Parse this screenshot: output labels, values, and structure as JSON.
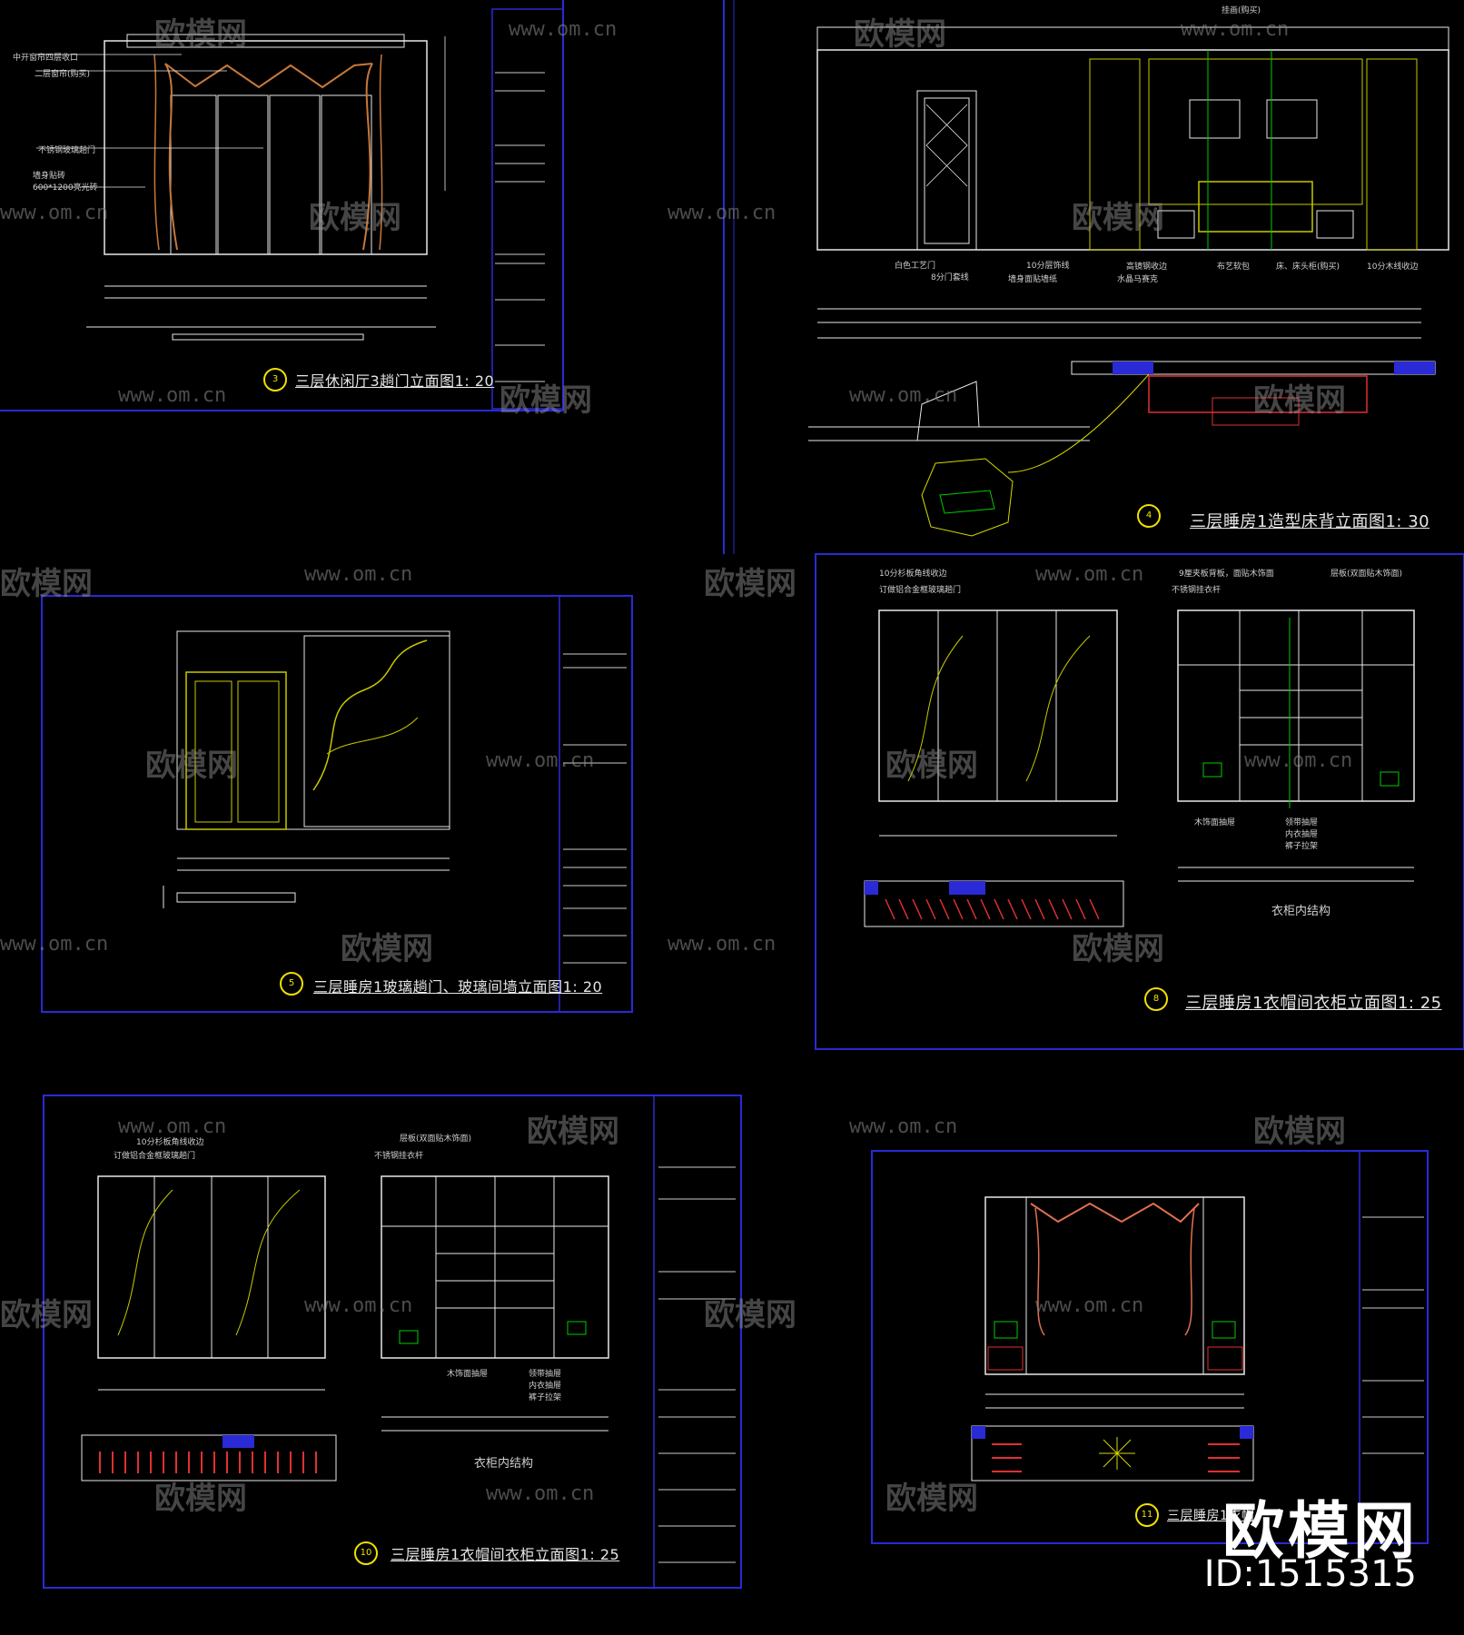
{
  "drawings": [
    {
      "id": "d1",
      "caption": "三层休闲厅3趟门立面图1: 20",
      "badge": "3"
    },
    {
      "id": "d2",
      "caption": "三层睡房1造型床背立面图1: 30",
      "badge": "4"
    },
    {
      "id": "d3",
      "caption": "三层睡房1玻璃趟门、玻璃间墙立面图1: 20",
      "badge": "5"
    },
    {
      "id": "d4",
      "caption": "三层睡房1衣帽间衣柜立面图1: 25",
      "badge": "8"
    },
    {
      "id": "d5",
      "caption": "三层睡房1衣帽间衣柜立面图1: 25",
      "badge": "10"
    },
    {
      "id": "d6",
      "caption": "三层睡房1衣帽",
      "badge": "11"
    }
  ],
  "sublabels": {
    "wardrobe_inner_1": "衣柜内结构",
    "wardrobe_inner_2": "衣柜内结构"
  },
  "callouts": {
    "d1": [
      "中开窗帘四层收口",
      "二层窗帘(购买)",
      "不锈钢玻璃趟门",
      "墙身贴砖 600*1200亮光砖"
    ],
    "d2": [
      "挂画(购买)",
      "白色工艺门",
      "8分门套线",
      "10分层饰线",
      "墙身面贴墙纸",
      "高镜钢收边",
      "水晶马赛克",
      "布艺软包",
      "床、床头柜(购买)",
      "10分木线收边"
    ],
    "d4": [
      "10分杉板角线收边",
      "订做铝合金框玻璃趟门",
      "9厘夹板背板，面贴木饰面",
      "层板(双面贴木饰面)",
      "不锈钢挂衣杆",
      "木饰面抽屉",
      "领带抽屉",
      "内衣抽屉",
      "裤子拉架"
    ],
    "d5": [
      "10分杉板角线收边",
      "订做铝合金框玻璃趟门",
      "层板(双面贴木饰面)",
      "不锈钢挂衣杆",
      "木饰面抽屉",
      "领带抽屉",
      "内衣抽屉",
      "裤子拉架"
    ]
  },
  "watermark": {
    "url": "www.om.cn",
    "brand": "欧模网"
  },
  "corner": {
    "brand": "欧模网",
    "id": "ID:1515315"
  },
  "colors": {
    "sheet_border": "#2a2ad6",
    "line": "#e8e8e8",
    "accent_yellow": "#d8d800",
    "accent_green": "#00cc00",
    "accent_red": "#e03030",
    "curtain": "#c87838",
    "background": "#000000"
  }
}
